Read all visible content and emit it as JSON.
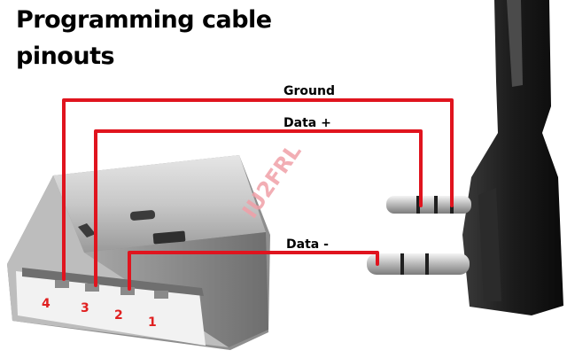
{
  "title": "Programming cable pinouts",
  "watermark": "IU2FRL",
  "wires": [
    {
      "label": "Ground",
      "usb_pin": "4"
    },
    {
      "label": "Data +",
      "usb_pin": "3"
    },
    {
      "label": "Data -",
      "usb_pin": "2"
    }
  ],
  "usb_pins": [
    "4",
    "3",
    "2",
    "1"
  ],
  "colors": {
    "wire": "#e0141e",
    "pin_label": "#e02020",
    "watermark": "#f0a0a8"
  }
}
